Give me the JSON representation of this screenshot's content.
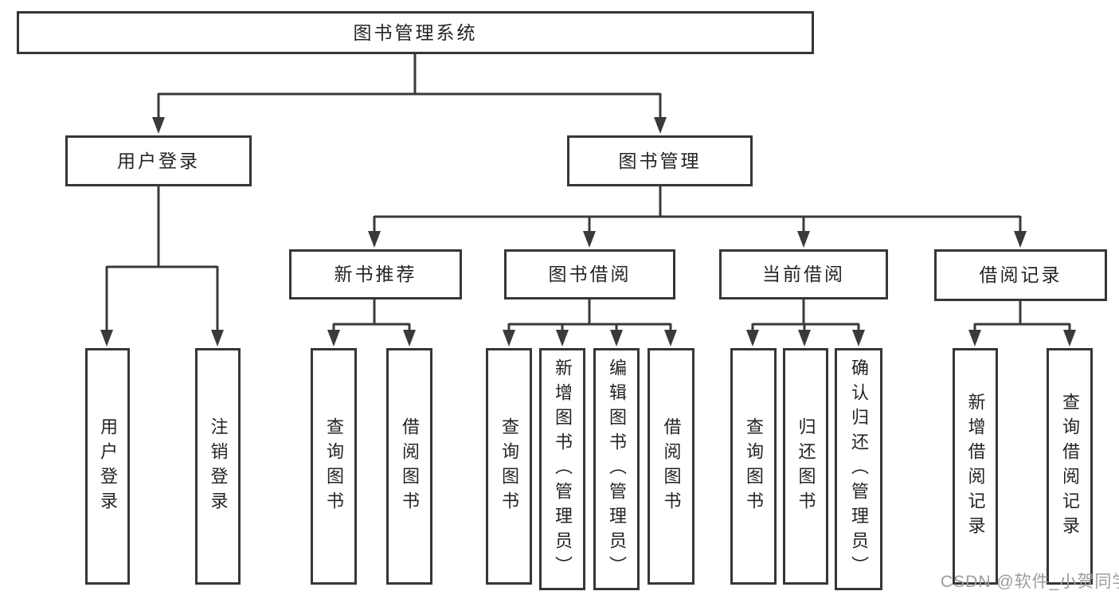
{
  "diagram": {
    "root": {
      "label": "图书管理系统"
    },
    "level2": {
      "user_login": {
        "label": "用户登录"
      },
      "book_mgmt": {
        "label": "图书管理"
      }
    },
    "level3": {
      "new_book": {
        "label": "新书推荐"
      },
      "borrow": {
        "label": "图书借阅"
      },
      "current": {
        "label": "当前借阅"
      },
      "record": {
        "label": "借阅记录"
      }
    },
    "leaves": {
      "login": [
        {
          "label": "用户登录"
        },
        {
          "label": "注销登录"
        }
      ],
      "new_book": [
        {
          "label": "查询图书"
        },
        {
          "label": "借阅图书"
        }
      ],
      "borrow": [
        {
          "label": "查询图书"
        },
        {
          "label": "新增图书（管理员）"
        },
        {
          "label": "编辑图书（管理员）"
        },
        {
          "label": "借阅图书"
        }
      ],
      "current": [
        {
          "label": "查询图书"
        },
        {
          "label": "归还图书"
        },
        {
          "label": "确认归还（管理员）"
        }
      ],
      "record": [
        {
          "label": "新增借阅记录"
        },
        {
          "label": "查询借阅记录"
        }
      ]
    }
  },
  "watermark": {
    "text": "CSDN @软件_小贺同学"
  },
  "colors": {
    "line": "#3a3a3a",
    "box-border": "#363636",
    "text": "#242424",
    "watermark": "#9c9c9c",
    "background": "#ffffff"
  }
}
